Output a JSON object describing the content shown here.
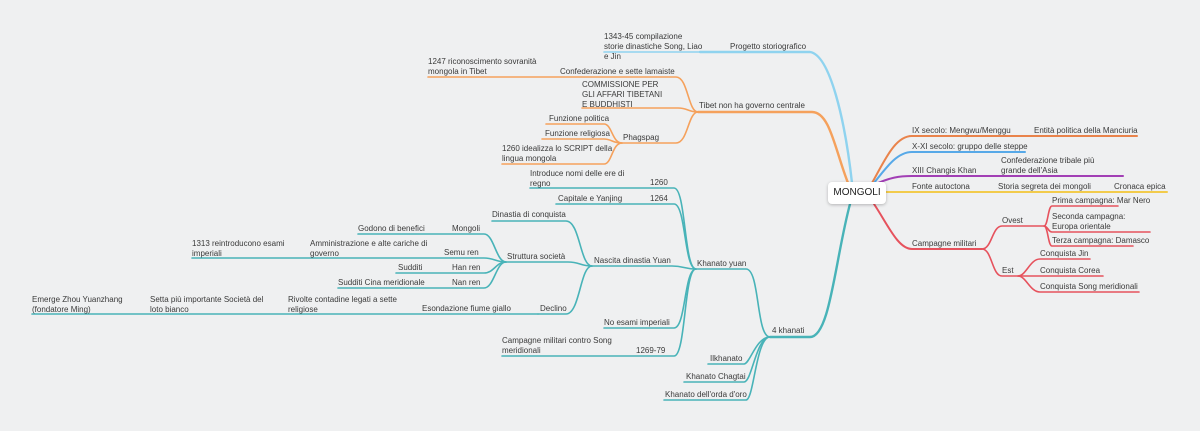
{
  "root": "MONGOLI",
  "colors": {
    "light_blue": "#8fd3ef",
    "orange": "#f5a15c",
    "teal": "#48b3b8",
    "red": "#e6525d",
    "blue": "#57a9e8",
    "purple": "#a23fb5",
    "yellow": "#f2cb4c",
    "dark_orange": "#e9834b"
  },
  "top": {
    "progetto": "Progetto storiografico",
    "progetto_note": "1343-45 compilazione storie dinastiche Song, Liao e Jin",
    "tibet": "Tibet non ha governo centrale",
    "confed": "Confederazione e sette lamaiste",
    "confed_note": "1247 riconoscimento sovranità mongola in Tibet",
    "commissione": "COMMISSIONE PER GLI AFFARI TIBETANI E BUDDHISTI",
    "phagspag": "Phagspag",
    "f_politica": "Funzione politica",
    "f_religiosa": "Funzione religiosa",
    "script": "1260 idealizza lo SCRIPT della lingua mongola"
  },
  "right": {
    "ix": "IX secolo: Mengwu/Menggu",
    "ix_note": "Entità politica della Manciuria",
    "xxi": "X-XI secolo: gruppo delle steppe",
    "xiii": "XIII Changis Khan",
    "xiii_note": "Confederazione tribale più grande dell'Asia",
    "fonte": "Fonte autoctona",
    "storia": "Storia segreta dei mongoli",
    "cronaca": "Cronaca epica",
    "campagne": "Campagne militari",
    "ovest": "Ovest",
    "c1": "Prima campagna: Mar Nero",
    "c2": "Seconda campagna: Europa orientale",
    "c3": "Terza campagna: Damasco",
    "est": "Est",
    "jin": "Conquista Jin",
    "corea": "Conquista Corea",
    "song": "Conquista Song meridionali"
  },
  "yuan": {
    "khanati": "4 khanati",
    "khanato_yuan": "Khanato yuan",
    "nascita": "Nascita dinastia Yuan",
    "y1260": "1260",
    "y1260_note": "Introduce nomi delle ere di regno",
    "y1264": "1264",
    "y1264_note": "Capitale e Yanjing",
    "dinastia": "Dinastia di conquista",
    "struttura": "Struttura società",
    "mongoli": "Mongoli",
    "godono": "Godono di benefici",
    "semu": "Semu ren",
    "amministrazione": "Amministrazione e alte cariche di governo",
    "esami1313": "1313 reintroducono esami imperiali",
    "han": "Han ren",
    "sudditi": "Sudditi",
    "nan": "Nan ren",
    "sudditi_cina": "Sudditi Cina meridionale",
    "declino": "Declino",
    "esondazione": "Esondazione fiume giallo",
    "rivolte": "Rivolte contadine legati a sette religiose",
    "setta": "Setta più importante Società del loto bianco",
    "zhou": "Emerge Zhou Yuanzhang (fondatore Ming)",
    "no_esami": "No esami imperiali",
    "y1269": "1269-79",
    "y1269_note": "Campagne militari contro Song meridionali",
    "ilkhanato": "Ilkhanato",
    "chagtai": "Khanato Chagtai",
    "orda": "Khanato dell'orda d'oro"
  }
}
